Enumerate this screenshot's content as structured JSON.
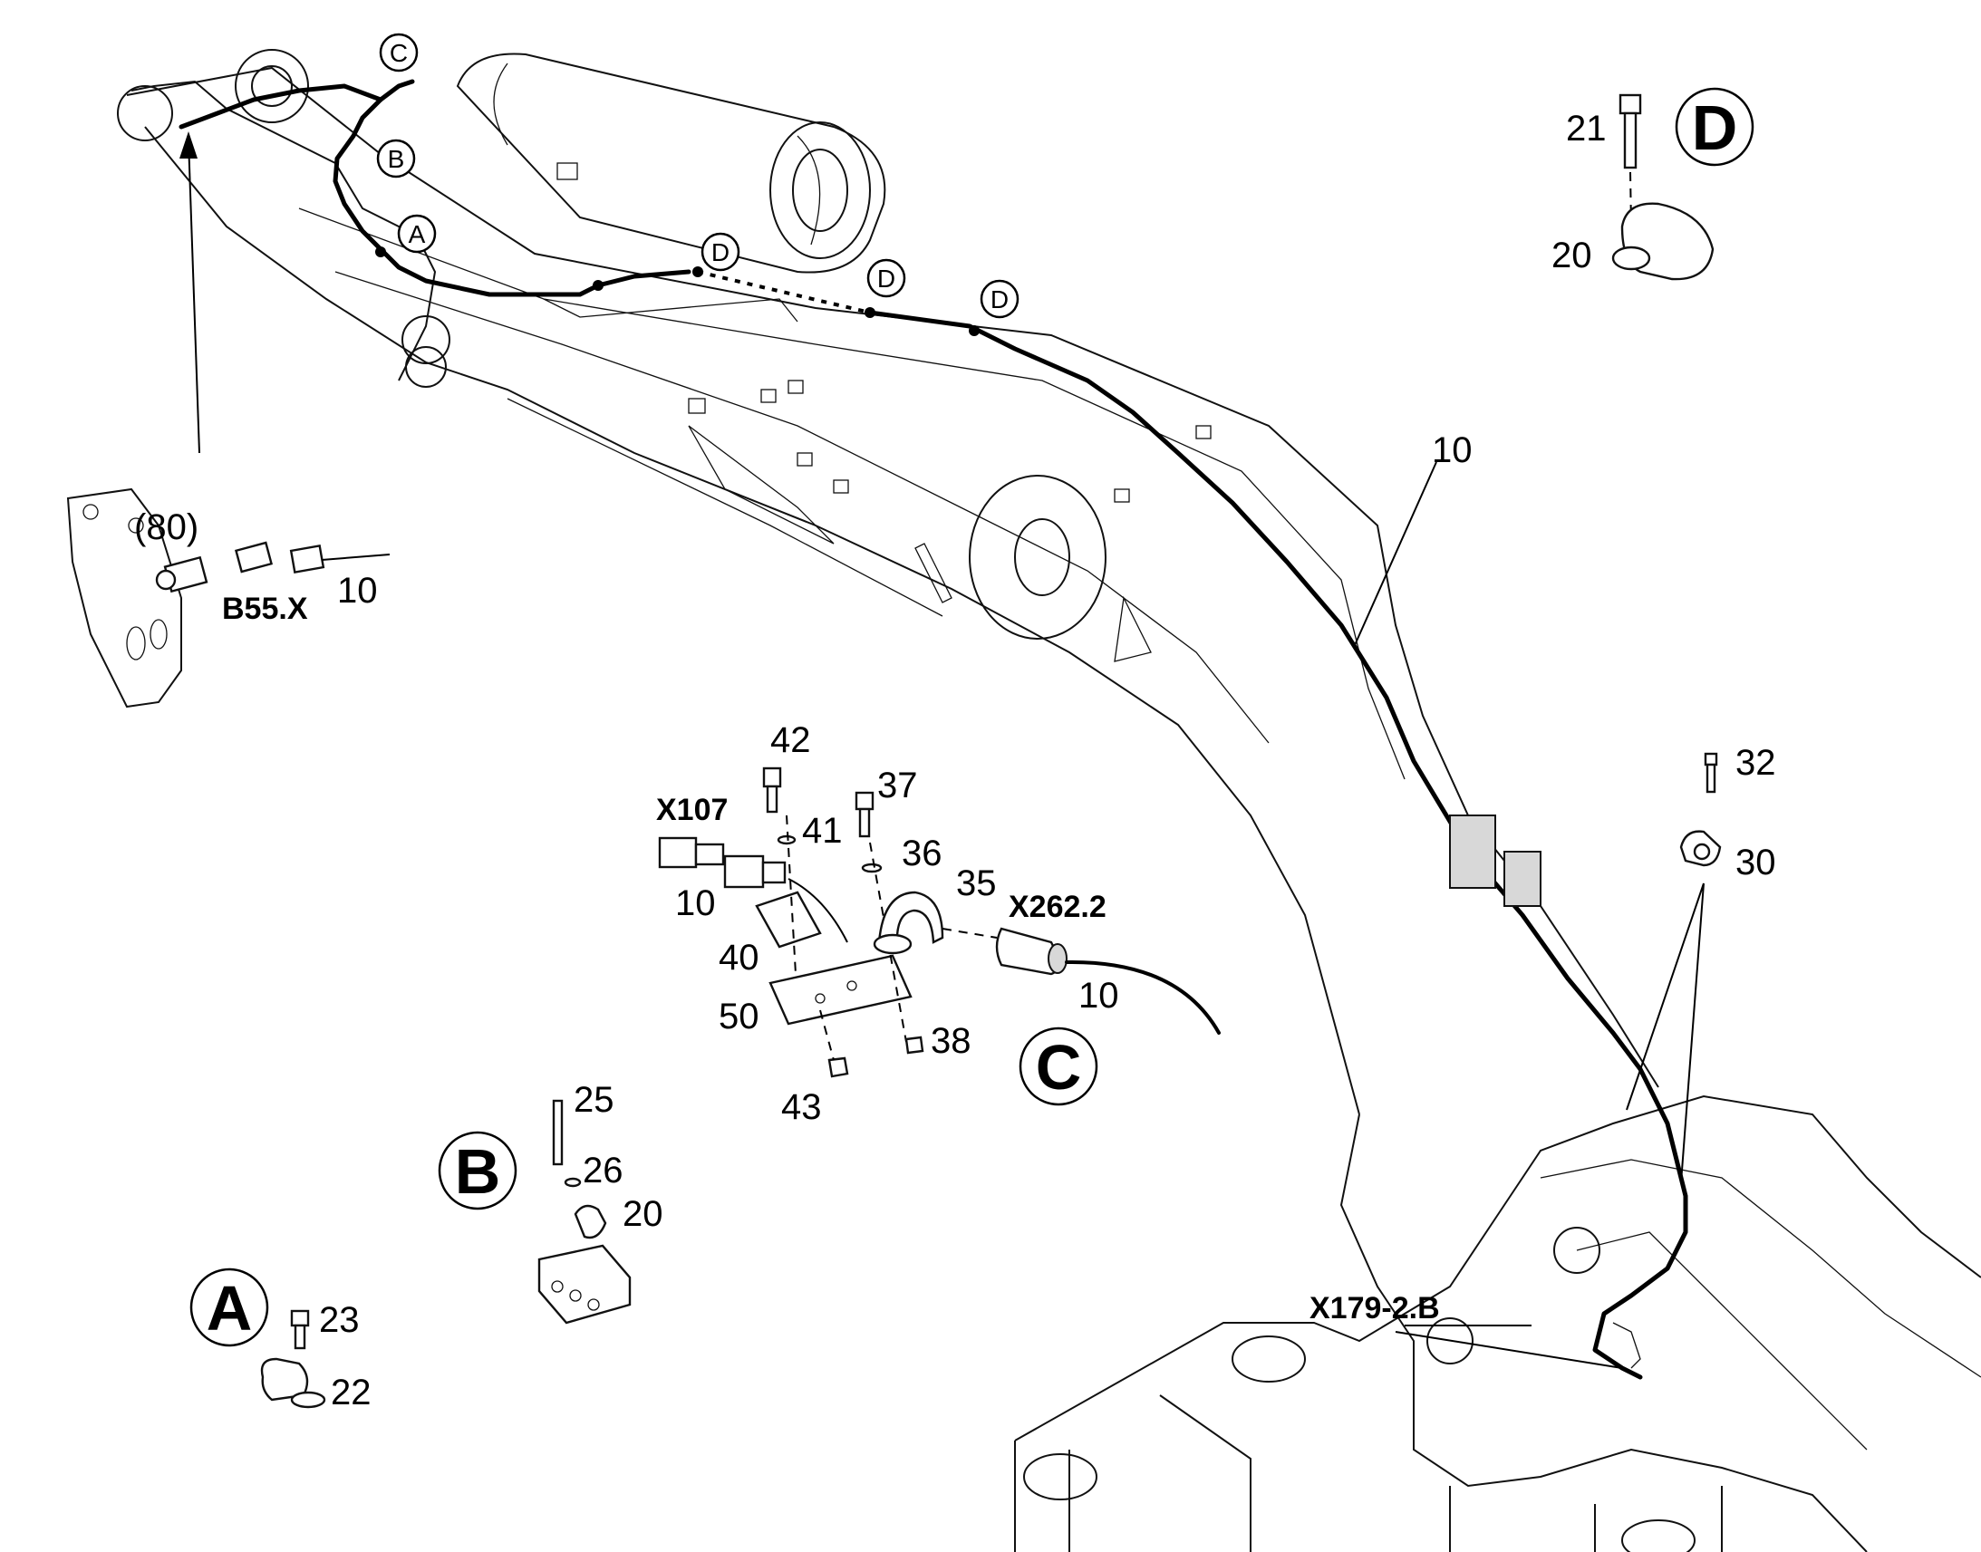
{
  "callouts": {
    "A": "A",
    "B": "B",
    "C": "C",
    "D": "D"
  },
  "labels": {
    "l10_main": "10",
    "l10_sensor": "10",
    "l10_x107": "10",
    "l10_c": "10",
    "l80": "(80)",
    "b55x": "B55.X",
    "x107": "X107",
    "x262": "X262.2",
    "x179": "X179-2.B",
    "n42": "42",
    "n41": "41",
    "n40": "40",
    "n50": "50",
    "n43": "43",
    "n37": "37",
    "n36": "36",
    "n35": "35",
    "n38": "38",
    "n25": "25",
    "n26": "26",
    "n20b": "20",
    "n23": "23",
    "n22": "22",
    "n21": "21",
    "n20d": "20",
    "n32": "32",
    "n30": "30"
  }
}
